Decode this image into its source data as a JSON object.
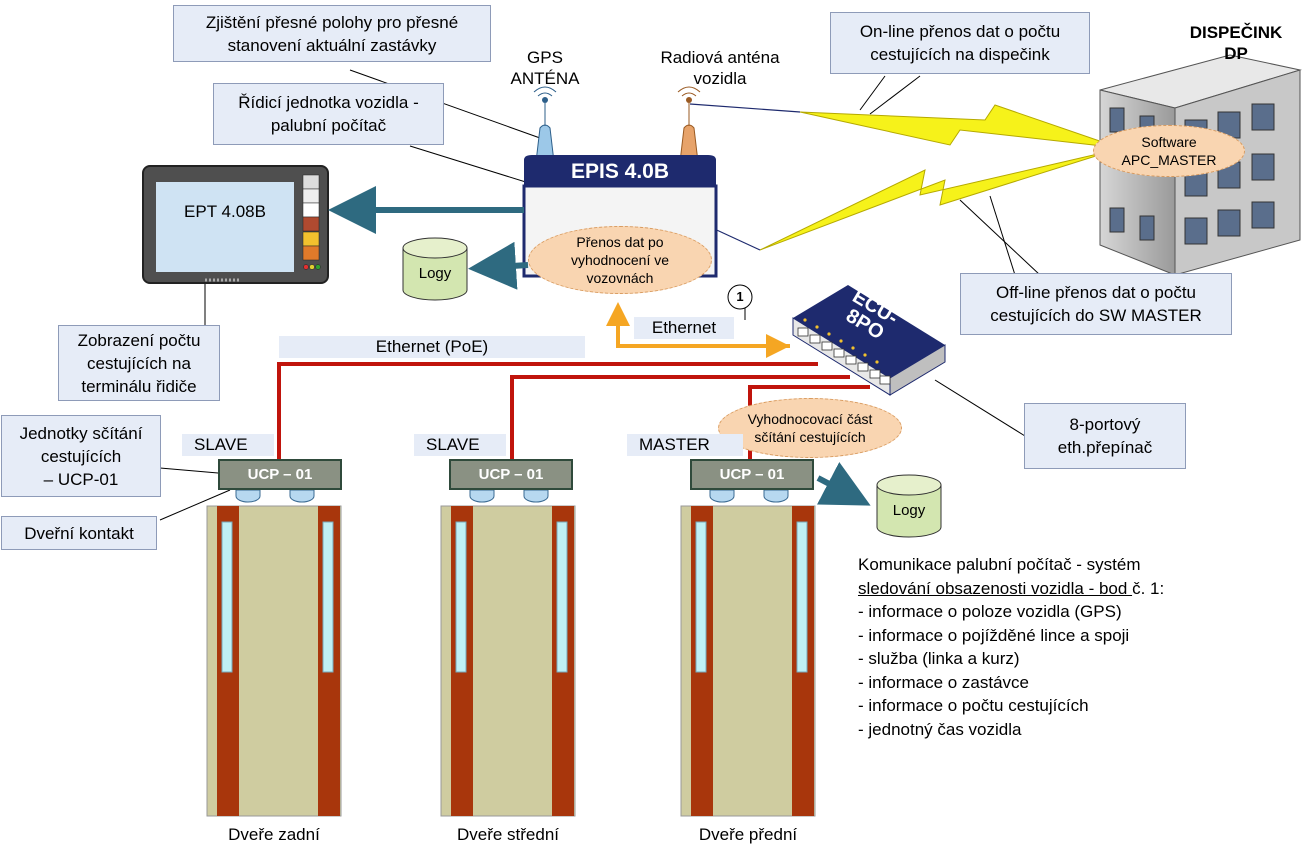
{
  "callouts": {
    "gps_purpose": "Zjištění přesné polohy pro přesné\nstanovení aktuální zastávky",
    "control_unit": "Řídicí jednotka vozidla -\npalubní počítač",
    "online_transfer": "On-line přenos dat o počtu\ncestujících na dispečink",
    "offline_transfer": "Off-line přenos dat o počtu\ncestujících do SW MASTER",
    "driver_terminal": "Zobrazení počtu\ncestujících na\nterminálu řidiče",
    "counting_units": "Jednotky sčítání\ncestujících\n– UCP-01",
    "door_contact": "Dveřní kontakt",
    "switch": "8-portový\neth.přepínač"
  },
  "labels": {
    "gps_antenna": "GPS\nANTÉNA",
    "radio_antenna": "Radiová anténa\nvozidla",
    "dispatch": "DISPEČINK\nDP",
    "ethernet_poe": "Ethernet (PoE)",
    "ethernet": "Ethernet",
    "point_number": "1"
  },
  "devices": {
    "epis": "EPIS 4.0B",
    "ept": "EPT 4.08B",
    "ecu": "ECU-\n8PO",
    "logs_top": "Logy",
    "logs_bottom": "Logy"
  },
  "ellipses": {
    "epis_transfer": "Přenos dat po\nvyhodnocení ve\nvozovnách",
    "software": "Software\nAPC_MASTER",
    "evaluation": "Vyhodnocovací část\nsčítání cestujících"
  },
  "units": [
    {
      "role": "SLAVE",
      "name": "UCP – 01",
      "door": "Dveře zadní"
    },
    {
      "role": "SLAVE",
      "name": "UCP – 01",
      "door": "Dveře střední"
    },
    {
      "role": "MASTER",
      "name": "UCP – 01",
      "door": "Dveře přední"
    }
  ],
  "notes": {
    "line1": "Komunikace palubní počítač - systém",
    "line2_underlined": "sledování obsazenosti vozidla - bod ",
    "line2_rest": "č. 1:",
    "items": [
      "- informace o poloze vozidla (GPS)",
      "- informace o pojížděné lince a spoji",
      "- služba (linka a kurz)",
      "- informace o zastávce",
      "- informace o počtu cestujících",
      "- jednotný čas vozidla"
    ]
  },
  "colors": {
    "navy": "#1e2a6e",
    "callout_bg": "#e6ecf7",
    "ellipse_fill": "#f9d5b1",
    "cable_red": "#c0140c",
    "ethernet_orange": "#f5a623",
    "arrow_teal": "#2e6a80",
    "lightning": "#f6f21a",
    "door_frame": "#cfcca0",
    "door_rail": "#a8360c"
  }
}
